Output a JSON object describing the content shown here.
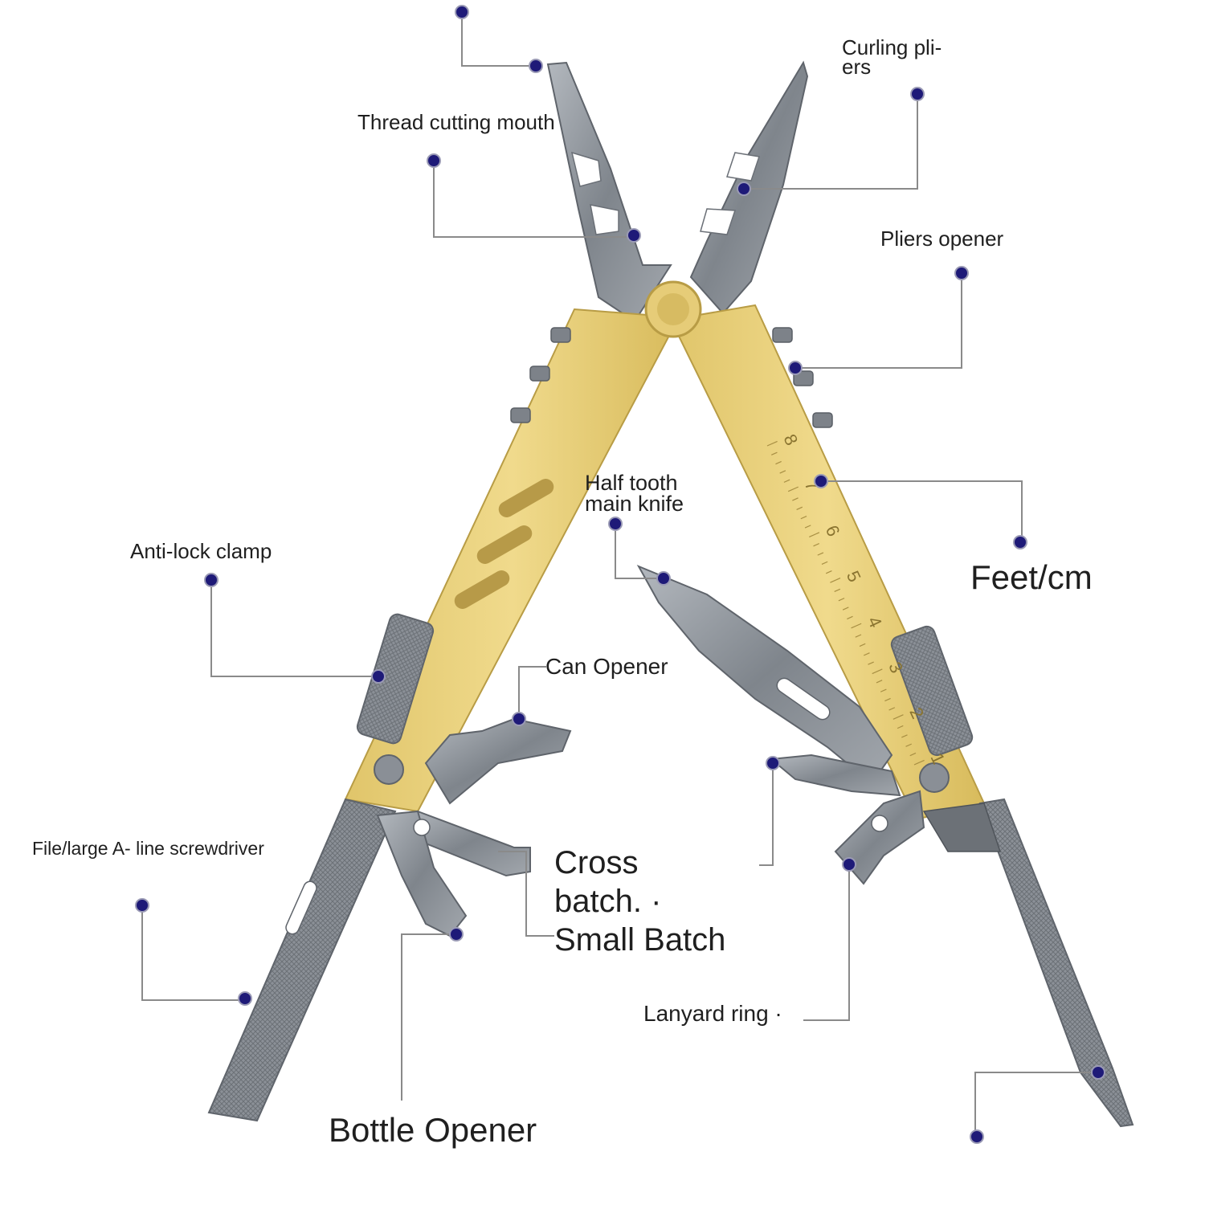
{
  "labels": {
    "thread_cutting_mouth": "Thread cutting mouth",
    "curling_pliers_line1": "Curling pli-",
    "curling_pliers_line2": "ers",
    "pliers_opener": "Pliers opener",
    "half_tooth_line1": "Half tooth",
    "half_tooth_line2": "main knife",
    "feet_cm": "Feet/cm",
    "anti_lock_clamp": "Anti-lock clamp",
    "can_opener": "Can Opener",
    "file_screwdriver": "File/large A- line screwdriver",
    "cross_batch_line1": "Cross",
    "cross_batch_line2": "batch.  ·",
    "cross_batch_line3": "Small Batch",
    "lanyard_ring": "Lanyard ring ·",
    "bottle_opener": "Bottle Opener"
  },
  "ruler_numbers": [
    "8",
    "7",
    "6",
    "5",
    "4",
    "3",
    "2",
    "1"
  ],
  "colors": {
    "handle": "#e8cf7a",
    "handle_shade": "#c9ad55",
    "steel": "#8e939a",
    "steel_dark": "#5f646b",
    "leader": "#8a8a8a",
    "dot": "#1e1a78",
    "dot_ring": "#9a9ab5",
    "text": "#1f1f1f"
  }
}
